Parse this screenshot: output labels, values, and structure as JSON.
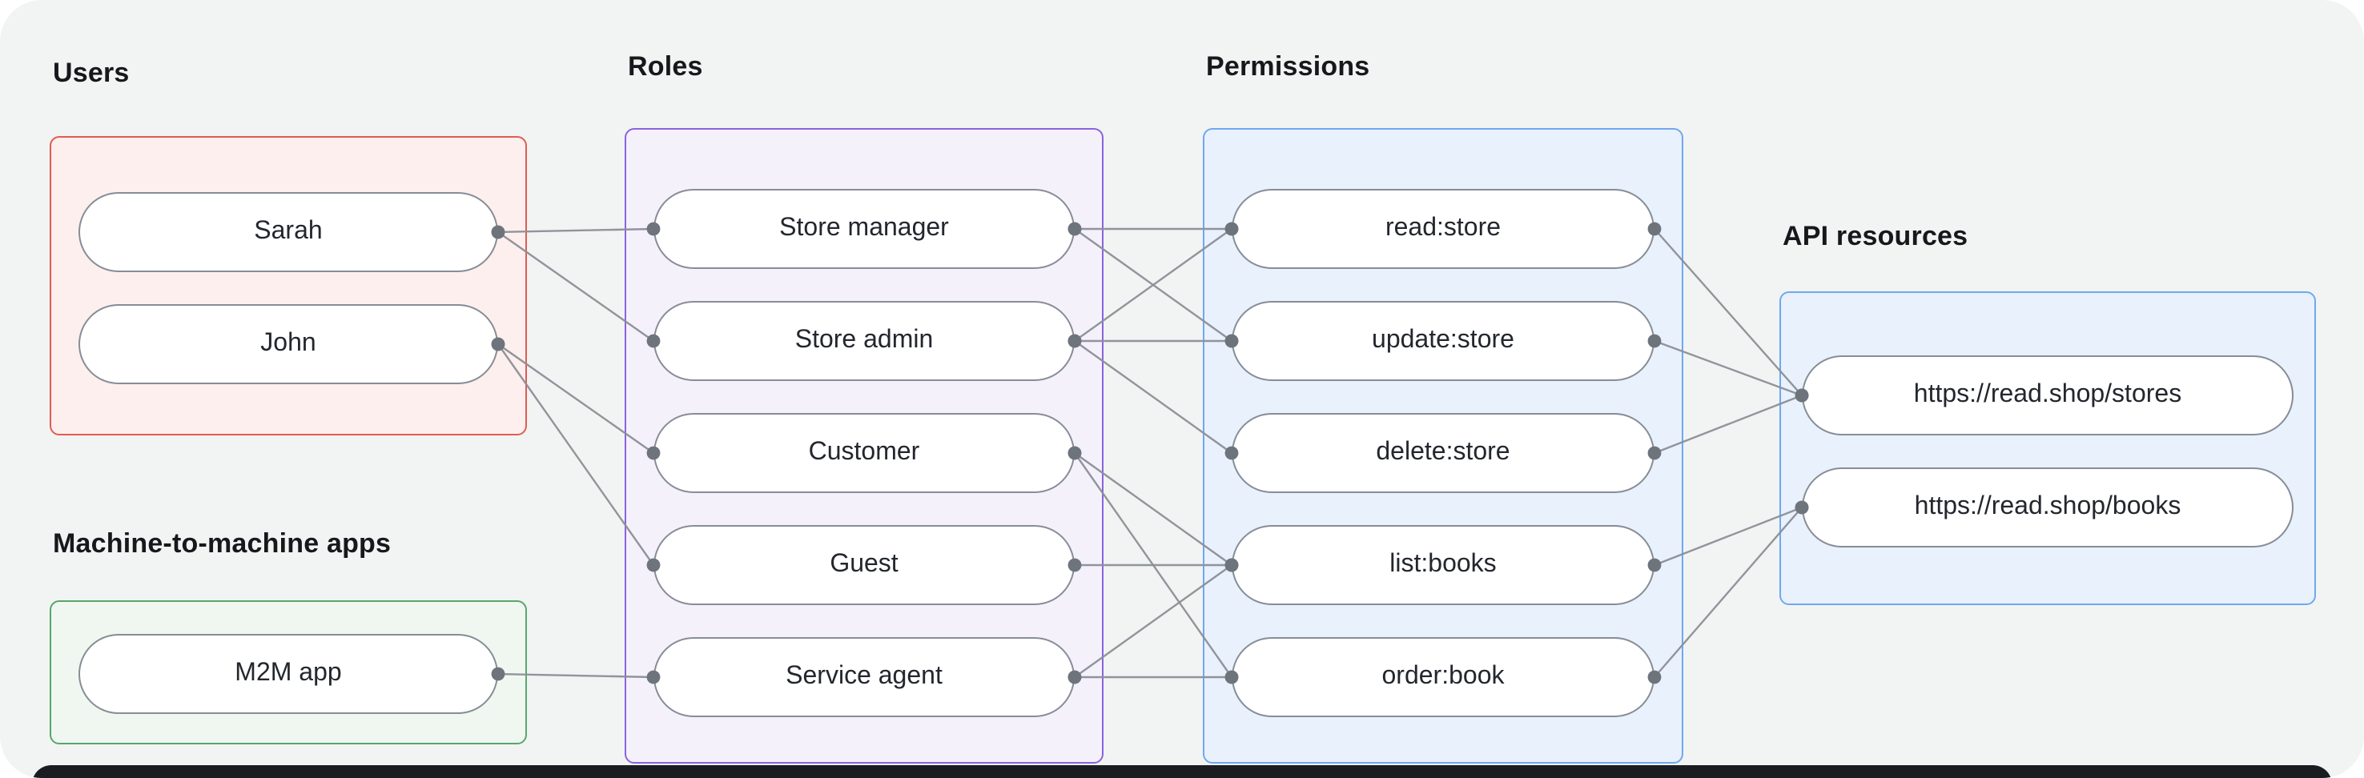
{
  "canvas": {
    "background": "#f1f4f3",
    "bottom_panel_color": "#191c20"
  },
  "groups": [
    {
      "id": "users",
      "label": "Users",
      "border_color": "#e05c52",
      "fill_color": "#fcefed",
      "node_ids": [
        "sarah",
        "john"
      ]
    },
    {
      "id": "m2m",
      "label": "Machine-to-machine apps",
      "border_color": "#57a76a",
      "fill_color": "#eff7f0",
      "node_ids": [
        "m2m_app"
      ]
    },
    {
      "id": "roles",
      "label": "Roles",
      "border_color": "#8a63e0",
      "fill_color": "#f5f1fb",
      "node_ids": [
        "store_manager",
        "store_admin",
        "customer",
        "guest",
        "service_agent"
      ]
    },
    {
      "id": "permissions",
      "label": "Permissions",
      "border_color": "#70a7f0",
      "fill_color": "#e8f1fc",
      "node_ids": [
        "read_store",
        "update_store",
        "delete_store",
        "list_books",
        "order_book"
      ]
    },
    {
      "id": "api",
      "label": "API resources",
      "border_color": "#70a7f0",
      "fill_color": "#e8f1fc",
      "node_ids": [
        "stores_api",
        "books_api"
      ]
    }
  ],
  "nodes": {
    "sarah": "Sarah",
    "john": "John",
    "m2m_app": "M2M app",
    "store_manager": "Store manager",
    "store_admin": "Store admin",
    "customer": "Customer",
    "guest": "Guest",
    "service_agent": "Service agent",
    "read_store": "read:store",
    "update_store": "update:store",
    "delete_store": "delete:store",
    "list_books": "list:books",
    "order_book": "order:book",
    "stores_api": "https://read.shop/stores",
    "books_api": "https://read.shop/books"
  },
  "edges": [
    [
      "sarah",
      "store_manager"
    ],
    [
      "sarah",
      "store_admin"
    ],
    [
      "john",
      "customer"
    ],
    [
      "john",
      "guest"
    ],
    [
      "m2m_app",
      "service_agent"
    ],
    [
      "store_manager",
      "read_store"
    ],
    [
      "store_manager",
      "update_store"
    ],
    [
      "store_admin",
      "read_store"
    ],
    [
      "store_admin",
      "update_store"
    ],
    [
      "store_admin",
      "delete_store"
    ],
    [
      "customer",
      "list_books"
    ],
    [
      "customer",
      "order_book"
    ],
    [
      "guest",
      "list_books"
    ],
    [
      "service_agent",
      "list_books"
    ],
    [
      "service_agent",
      "order_book"
    ],
    [
      "read_store",
      "stores_api"
    ],
    [
      "update_store",
      "stores_api"
    ],
    [
      "delete_store",
      "stores_api"
    ],
    [
      "list_books",
      "books_api"
    ],
    [
      "order_book",
      "books_api"
    ]
  ],
  "edge_style": {
    "line_color": "#8b9097",
    "dot_color": "#6e747c"
  }
}
